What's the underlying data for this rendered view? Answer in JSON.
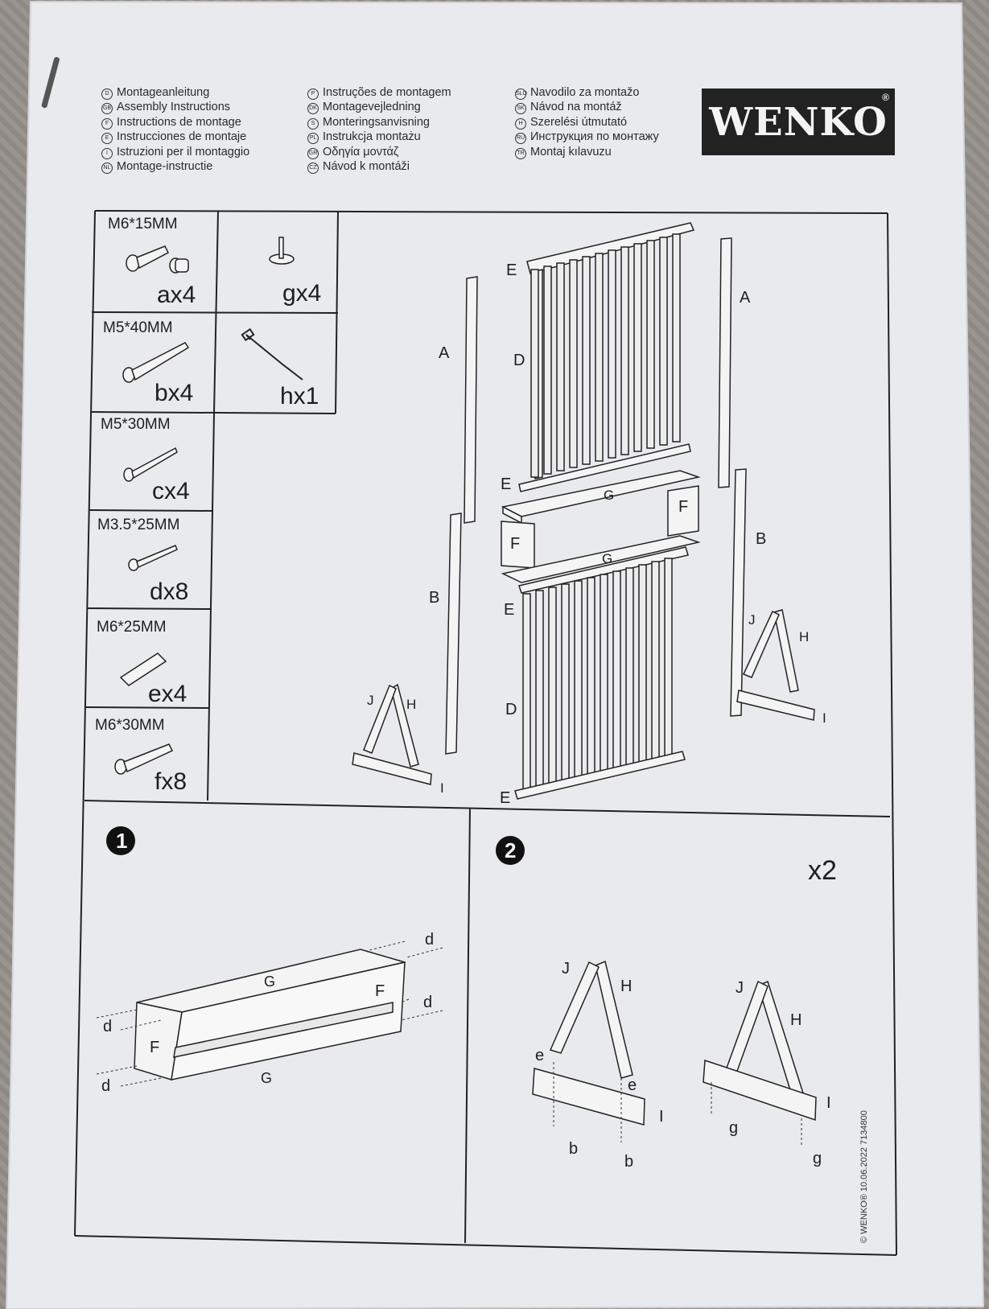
{
  "languages": {
    "col1": [
      "Montageanleitung",
      "Assembly Instructions",
      "Instructions de montage",
      "Instrucciones de montaje",
      "Istruzioni per il montaggio",
      "Montage-instructie"
    ],
    "col2": [
      "Instruções de montagem",
      "Montagevejledning",
      "Monteringsanvisning",
      "Instrukcja montażu",
      "Οδηγία μοντάζ",
      "Návod k montáži"
    ],
    "col3": [
      "Navodilo za montažo",
      "Návod na montáž",
      "Szerelési útmutató",
      "Инструкция по монтажу",
      "Montaj kılavuzu"
    ]
  },
  "logo": {
    "text": "WENKO",
    "mark": "®"
  },
  "hardware": [
    {
      "size": "M6*15MM",
      "qty": "ax4"
    },
    {
      "size": "",
      "qty": "gx4"
    },
    {
      "size": "M5*40MM",
      "qty": "bx4"
    },
    {
      "size": "",
      "qty": "hx1"
    },
    {
      "size": "M5*30MM",
      "qty": "cx4"
    },
    {
      "size": "M3.5*25MM",
      "qty": "dx8"
    },
    {
      "size": "M6*25MM",
      "qty": "ex4"
    },
    {
      "size": "M6*30MM",
      "qty": "fx8"
    }
  ],
  "parts_labels": {
    "A": "A",
    "B": "B",
    "D": "D",
    "E": "E",
    "F": "F",
    "G": "G",
    "H": "H",
    "I": "I",
    "J": "J"
  },
  "steps": {
    "step1": {
      "number": "1",
      "labels": {
        "d": "d",
        "F": "F",
        "G": "G"
      }
    },
    "step2": {
      "number": "2",
      "multiplier": "x2",
      "labels": {
        "b": "b",
        "e": "e",
        "g": "g",
        "H": "H",
        "I": "I",
        "J": "J"
      }
    }
  },
  "footer": "© WENKO® 10.06.2022   7134800"
}
